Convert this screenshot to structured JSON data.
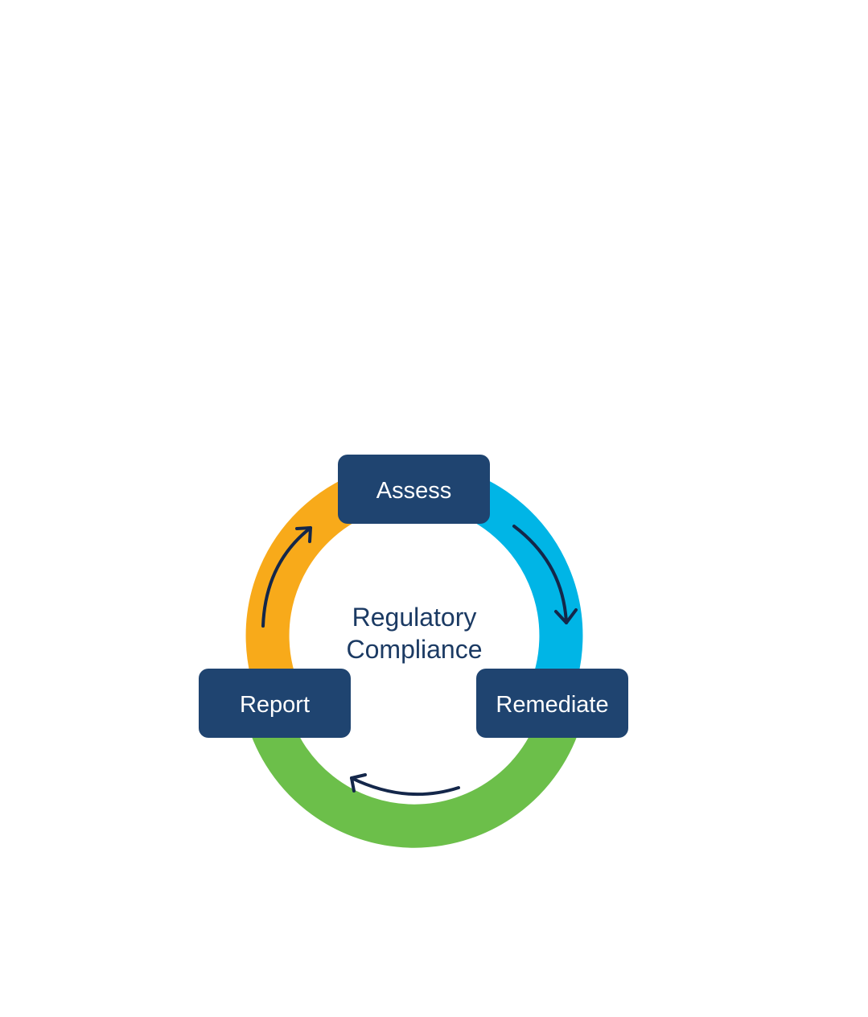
{
  "diagram": {
    "center_title": {
      "line1": "Regulatory",
      "line2": "Compliance"
    },
    "steps": [
      {
        "label": "Assess"
      },
      {
        "label": "Remediate"
      },
      {
        "label": "Report"
      }
    ],
    "colors": {
      "step_box": "#1f4470",
      "center_text": "#1b3a63",
      "arrow": "#14274a",
      "segment_assess_to_remediate": "#00b5e6",
      "segment_remediate_to_report": "#6cbf4a",
      "segment_report_to_assess": "#f8aa1a"
    },
    "icons": {
      "flow_arrow": "curved-arrow-icon"
    }
  }
}
